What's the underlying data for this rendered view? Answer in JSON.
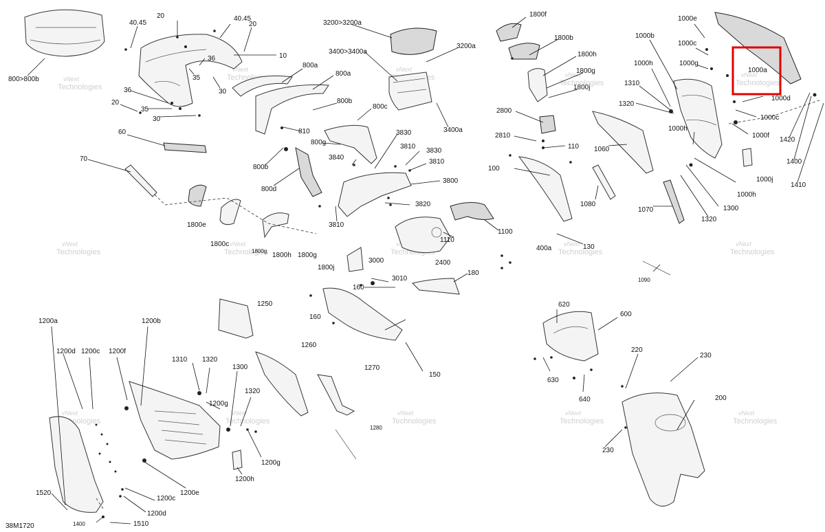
{
  "diagram": {
    "reference": "38M1720",
    "watermark_line1": "vNext",
    "watermark_line2": "Technologies",
    "highlight_color": "#e00000",
    "highlighted_callout": "1000a",
    "callouts": [
      "800>800b",
      "40.45",
      "20",
      "40.45",
      "20",
      "10",
      "36",
      "35",
      "30",
      "36",
      "35",
      "20",
      "30",
      "60",
      "70",
      "1800e",
      "1800c",
      "1800g",
      "1800h",
      "1800g",
      "1800j",
      "800a",
      "800a",
      "800b",
      "800c",
      "810",
      "800g",
      "800b",
      "800d",
      "3200>3200a",
      "3400>3400a",
      "3200a",
      "3400a",
      "3830",
      "3810",
      "3830",
      "3840",
      "3810",
      "3800",
      "3820",
      "3810",
      "1100",
      "1110",
      "2400",
      "3000",
      "3010",
      "160",
      "160",
      "180",
      "1800f",
      "1800b",
      "1800h",
      "1800g",
      "1800j",
      "2800",
      "2810",
      "110",
      "100",
      "1060",
      "1080",
      "1070",
      "1090",
      "400a",
      "130",
      "1000e",
      "1000b",
      "1000c",
      "1000g",
      "1000h",
      "1000a",
      "1000d",
      "1000c",
      "1000f",
      "1310",
      "1320",
      "1000h",
      "1000j",
      "1000h",
      "1300",
      "1320",
      "1420",
      "1400",
      "1410",
      "1250",
      "1260",
      "1270",
      "1280",
      "150",
      "620",
      "600",
      "630",
      "640",
      "220",
      "230",
      "200",
      "230",
      "1200a",
      "1200b",
      "1200d",
      "1200c",
      "1200f",
      "1310",
      "1320",
      "1200g",
      "1300",
      "1320",
      "1200g",
      "1200h",
      "1200e",
      "1200c",
      "1200d",
      "1520",
      "1400",
      "1510"
    ]
  }
}
